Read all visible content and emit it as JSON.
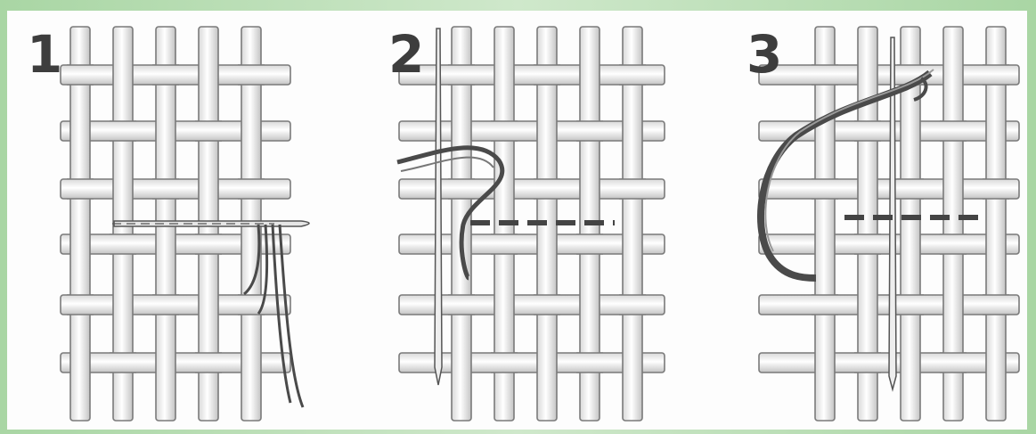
{
  "steps": [
    {
      "number": "1"
    },
    {
      "number": "2"
    },
    {
      "number": "3"
    }
  ],
  "colors": {
    "background": "#b9dcb4",
    "sheet": "#fdfdfd",
    "thread_light": "#f2f2f2",
    "thread_outline": "#7a7a7a",
    "floss": "#4a4a4a",
    "needle": "#555555"
  }
}
